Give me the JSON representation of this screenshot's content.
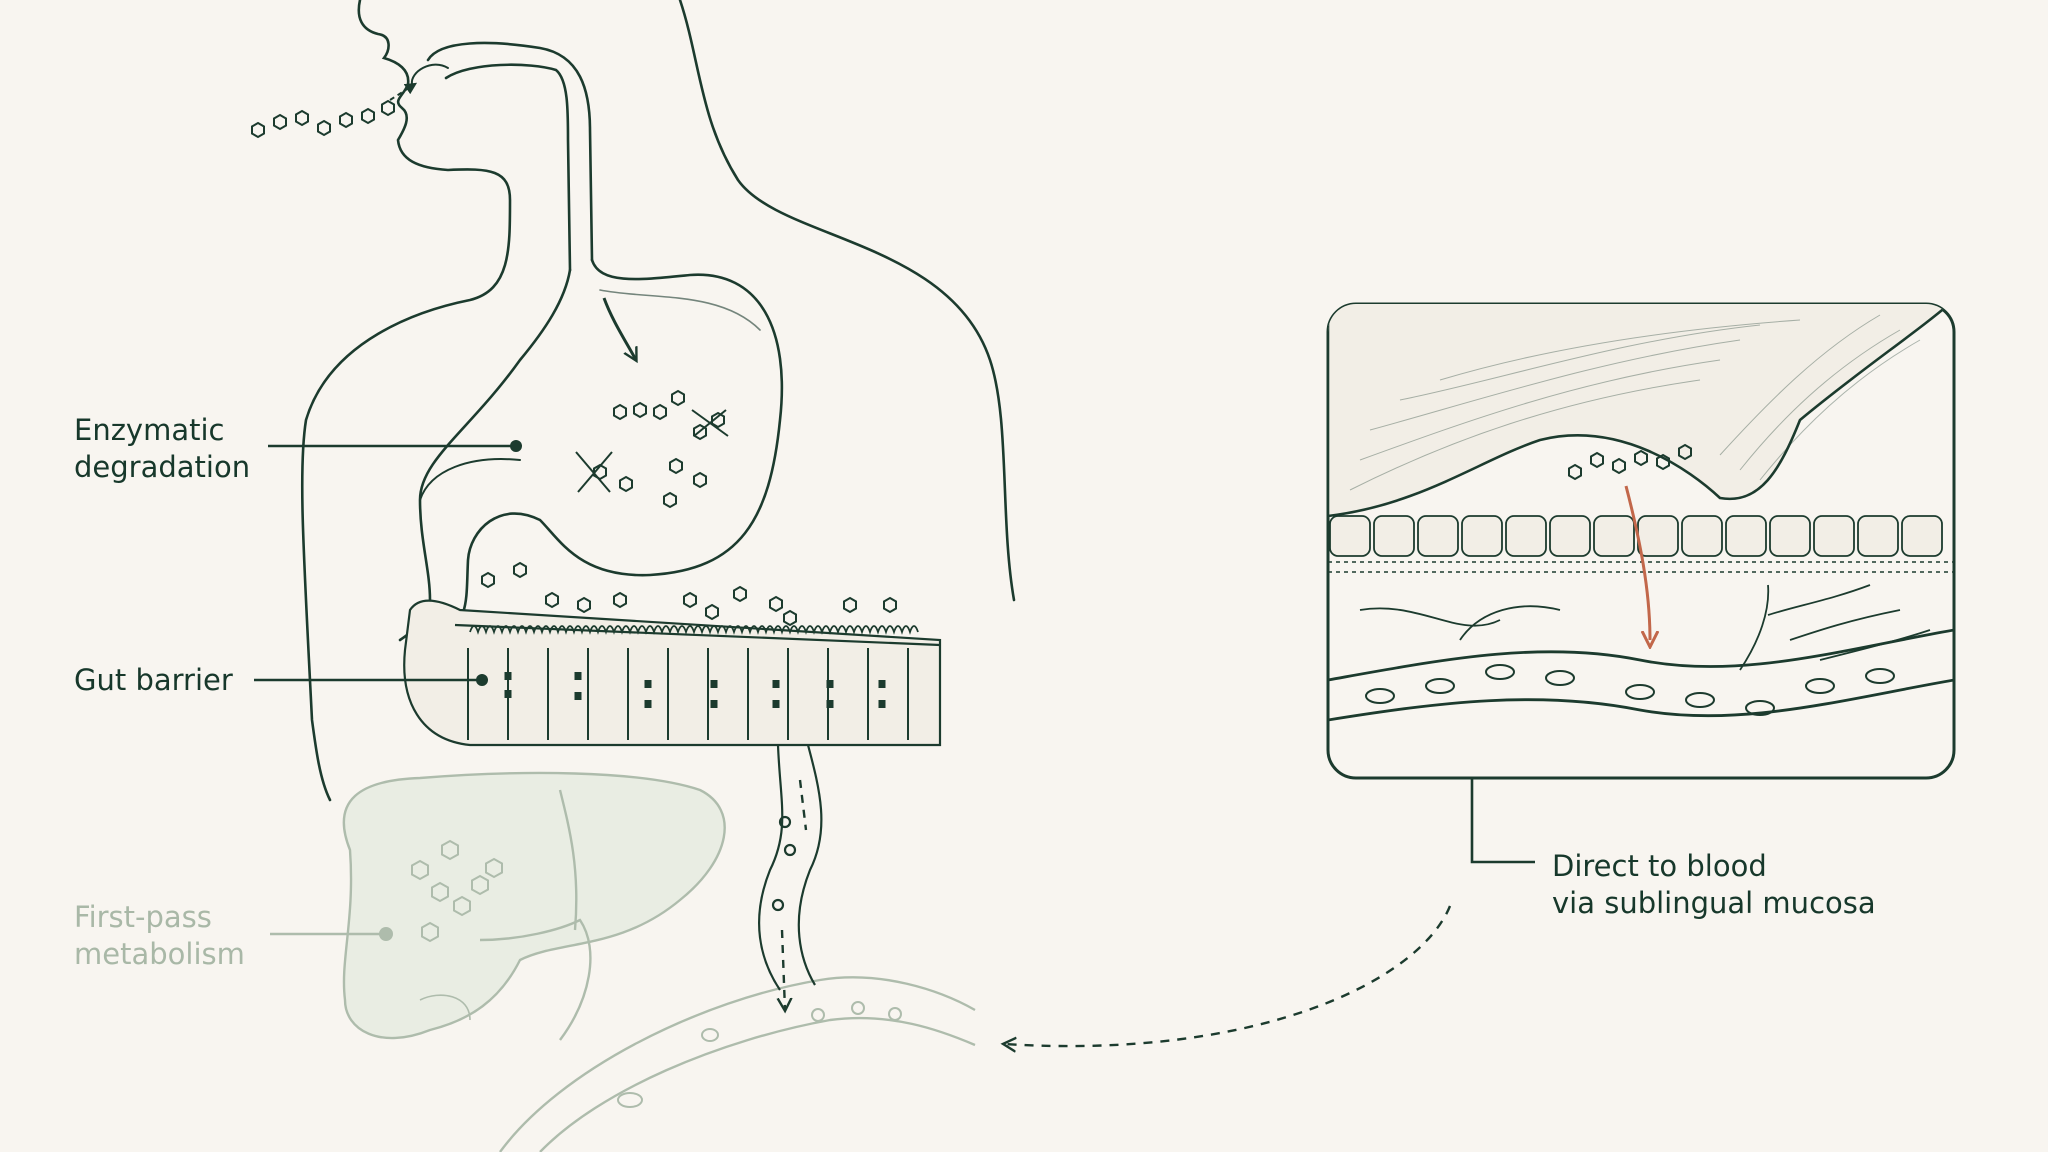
{
  "colors": {
    "background": "#f8f5f0",
    "ink": "#1c3b2e",
    "faded_ink": "#aebcac",
    "accent_arrow": "#c2674a"
  },
  "labels": {
    "enzymatic_line1": "Enzymatic",
    "enzymatic_line2": "degradation",
    "gut_barrier": "Gut barrier",
    "first_pass_line1": "First-pass",
    "first_pass_line2": "metabolism",
    "direct_line1": "Direct to blood",
    "direct_line2": "via sublingual mucosa"
  }
}
